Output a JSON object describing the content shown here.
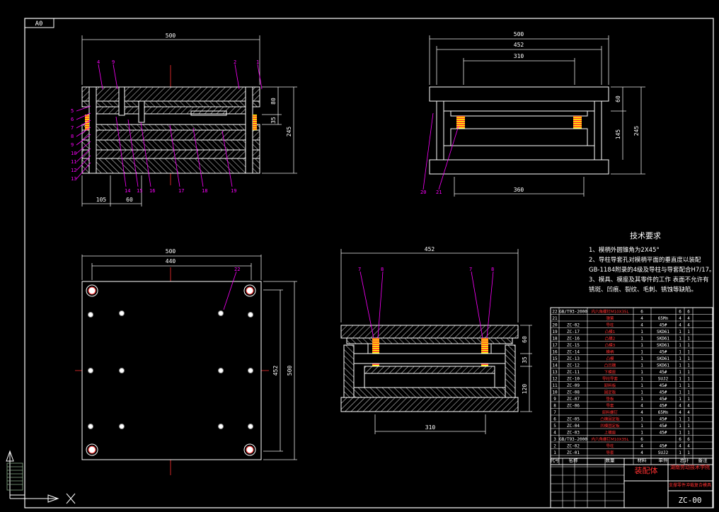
{
  "sheet": {
    "size_label": "A0",
    "drawing_no": "ZC-00",
    "title_cn": "装配体",
    "school": "湖南劳动技术学院",
    "subtitle": "支撑零件冲裁复合模具",
    "colors": {
      "bg": "#000000",
      "line": "#ffffff",
      "dim": "#e8e8e8",
      "magenta": "#ff00ff",
      "red": "#ff3030",
      "green": "#00c000",
      "yellow": "#ffff00"
    }
  },
  "front_view": {
    "dims": {
      "width": "500",
      "h_total": "245",
      "h_top": "80",
      "h_mid": "35",
      "left_off": "105",
      "pitch": "60"
    },
    "balloons_top": [
      "4",
      "9",
      "2",
      "1"
    ],
    "balloons_left": [
      "5",
      "6",
      "7",
      "8",
      "9",
      "10",
      "11",
      "12",
      "13"
    ],
    "balloons_bottom": [
      "14",
      "15",
      "16",
      "17",
      "18",
      "19"
    ]
  },
  "side_view": {
    "dims": {
      "width": "500",
      "inner": "452",
      "guide": "310",
      "bottom": "360",
      "h_total": "245",
      "h_top": "60",
      "h_mid": "145"
    },
    "balloons": [
      "20",
      "21"
    ]
  },
  "top_view": {
    "dims": {
      "width": "500",
      "inner": "440",
      "depth": "500",
      "inner_depth": "452"
    },
    "balloons": [
      "22"
    ]
  },
  "section_view": {
    "dims": {
      "width": "452",
      "bottom": "310",
      "h_top": "60",
      "h_mid": "35",
      "h_bot": "120"
    },
    "balloons": [
      "7",
      "8",
      "7",
      "8"
    ]
  },
  "tech_req": {
    "title": "技术要求",
    "lines": [
      "1、模柄外圆锥角为2X45°",
      "2、导柱导套孔对模柄平面的垂直度以装配",
      "  GB-1184附录的4级及导柱与导套配合H7/17。",
      "3、模具、模座及其零件的工作 表面不允许有",
      "  锈斑、凹痕、裂纹、毛刺、锈蚀等缺陷。"
    ]
  },
  "bom": {
    "headers": [
      "代号",
      "名称",
      "数量",
      "材料",
      "单件",
      "总计",
      "备注"
    ],
    "rows": [
      [
        "22",
        "GB/T93-2000",
        "内六角螺钉M10X35L",
        "6",
        "",
        "6",
        "6"
      ],
      [
        "21",
        "",
        "弹簧",
        "4",
        "65Mn",
        "4",
        "4"
      ],
      [
        "20",
        "ZC-02",
        "导柱",
        "4",
        "45#",
        "4",
        "4"
      ],
      [
        "19",
        "ZC-17",
        "凸模1",
        "1",
        "SKD61",
        "1",
        "1"
      ],
      [
        "18",
        "ZC-16",
        "凸模2",
        "1",
        "SKD61",
        "1",
        "1"
      ],
      [
        "17",
        "ZC-15",
        "凸模3",
        "1",
        "SKD61",
        "1",
        "1"
      ],
      [
        "16",
        "ZC-14",
        "模柄",
        "1",
        "45#",
        "1",
        "1"
      ],
      [
        "15",
        "ZC-13",
        "凸模",
        "1",
        "SKD61",
        "1",
        "1"
      ],
      [
        "14",
        "ZC-12",
        "凸凹模",
        "1",
        "SKD61",
        "1",
        "1"
      ],
      [
        "13",
        "ZC-11",
        "下模座",
        "1",
        "45#",
        "1",
        "1"
      ],
      [
        "12",
        "ZC-10",
        "导柱导套",
        "1",
        "SUJ2",
        "1",
        "1"
      ],
      [
        "11",
        "ZC-09",
        "卸料板",
        "1",
        "45#",
        "1",
        "1"
      ],
      [
        "10",
        "ZC-08",
        "固定板",
        "1",
        "45#",
        "1",
        "1"
      ],
      [
        "9",
        "ZC-07",
        "垫板",
        "1",
        "45#",
        "1",
        "1"
      ],
      [
        "8",
        "ZC-06",
        "导套",
        "4",
        "45#",
        "4",
        "4"
      ],
      [
        "7",
        "",
        "卸料螺钉",
        "4",
        "65Mn",
        "4",
        "4"
      ],
      [
        "6",
        "ZC-05",
        "凸模固定板",
        "1",
        "45#",
        "1",
        "1"
      ],
      [
        "5",
        "ZC-04",
        "凹模固定板",
        "1",
        "45#",
        "1",
        "1"
      ],
      [
        "4",
        "ZC-03",
        "上模座",
        "1",
        "45#",
        "1",
        "1"
      ],
      [
        "3",
        "GB/T93-2000",
        "内六角螺钉M10X35L",
        "6",
        "",
        "6",
        "6"
      ],
      [
        "2",
        "ZC-02",
        "导柱",
        "4",
        "45#",
        "4",
        "4"
      ],
      [
        "1",
        "ZC-01",
        "导套",
        "4",
        "SUJ2",
        "1",
        "1"
      ]
    ]
  }
}
